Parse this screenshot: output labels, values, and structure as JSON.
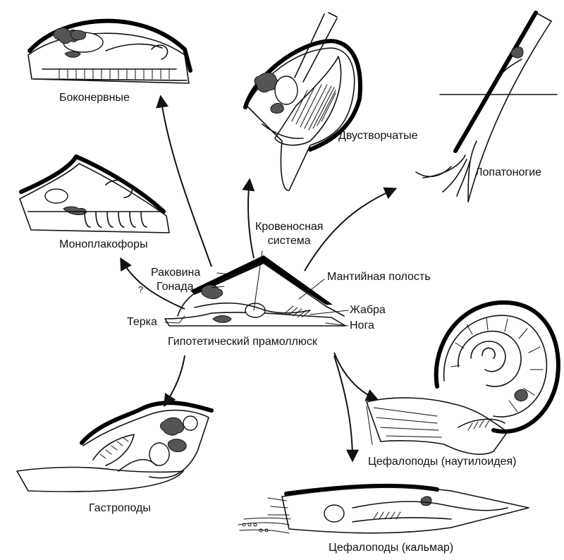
{
  "labels": {
    "chitons": "Боконервные",
    "monoplacophora": "Моноплакофоры",
    "bivalves": "Двустворчатые",
    "scaphopods": "Лопатоногие",
    "circulatory": "Кровеносная\nсистема",
    "shell": "Раковина",
    "gonad": "Гонада",
    "question": "?",
    "radula": "Терка",
    "mantle_cavity": "Мантийная полость",
    "gill": "Жабра",
    "foot": "Нога",
    "ancestor": "Гипотетический прамоллюск",
    "gastropods": "Гастроподы",
    "nautiloid": "Цефалоподы (наутилоидея)",
    "squid": "Цефалоподы (кальмар)"
  }
}
